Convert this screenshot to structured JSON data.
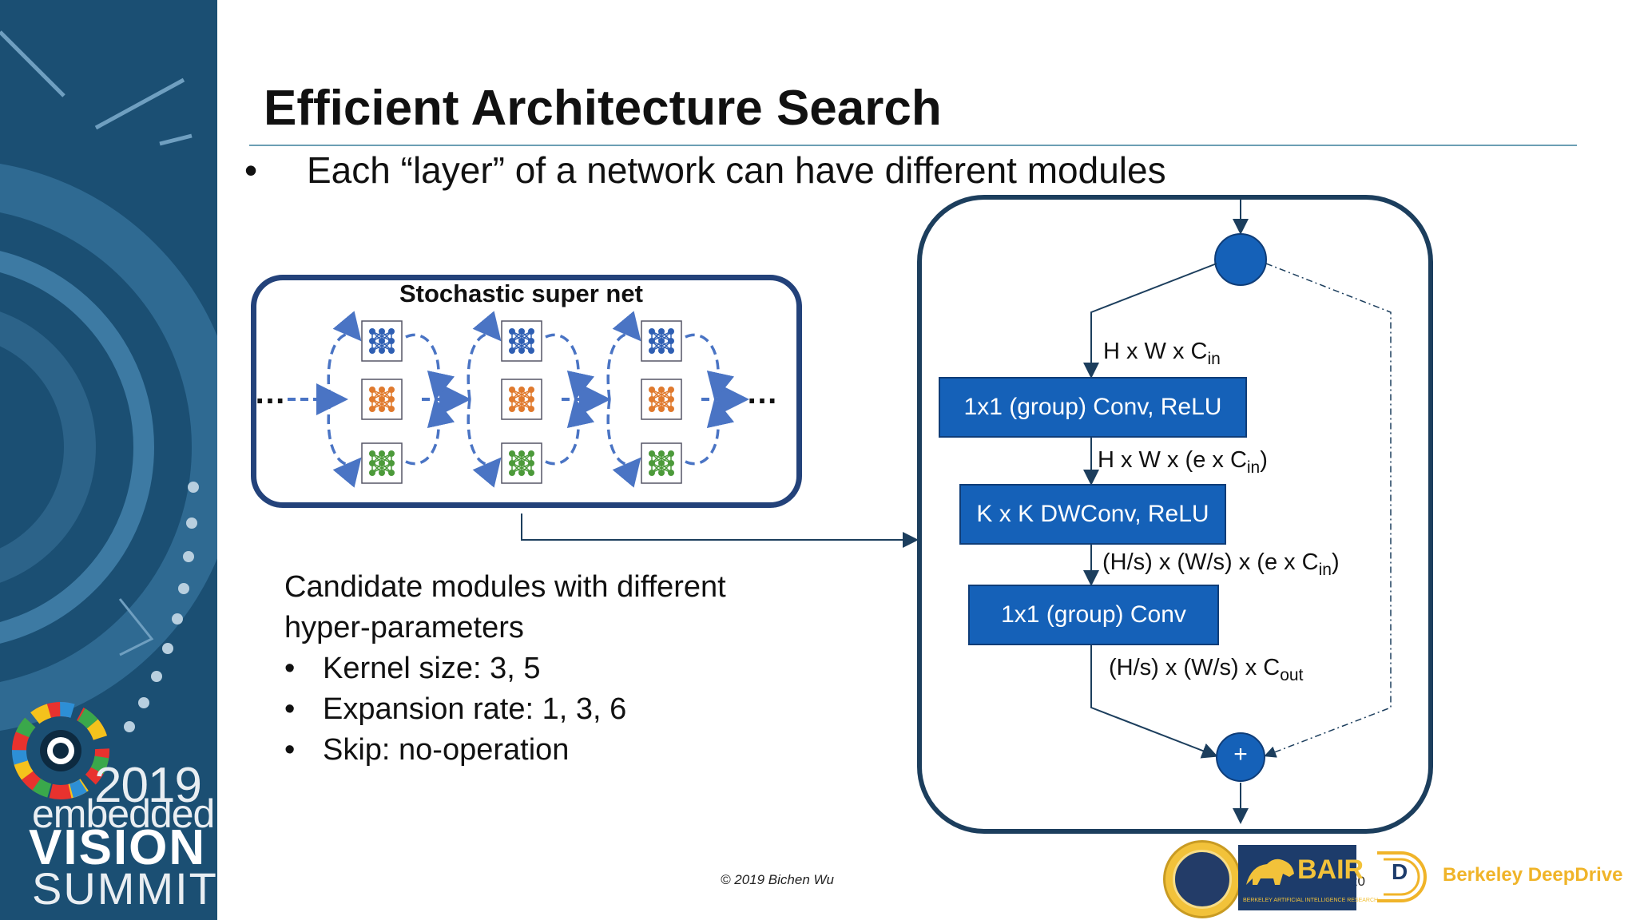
{
  "slide": {
    "title": "Efficient Architecture Search",
    "bullet_symbol": "•",
    "bullet": "Each “layer” of a network can have different modules",
    "copyright": "© 2019 Bichen Wu",
    "page_number": "20"
  },
  "supernet": {
    "title": "Stochastic super net",
    "ellipsis": "…",
    "module_colors": [
      "#2f5fb3",
      "#e07a2e",
      "#4c9a3a"
    ]
  },
  "candidates": {
    "heading_line1": "Candidate modules with different",
    "heading_line2": "hyper-parameters",
    "items": [
      "Kernel size: 3, 5",
      "Expansion rate: 1, 3, 6",
      "Skip: no-operation"
    ]
  },
  "block": {
    "ops": [
      "1x1 (group) Conv, ReLU",
      "K x K DWConv, ReLU",
      "1x1 (group) Conv"
    ],
    "dims": [
      {
        "pre": "H x W x C",
        "sub": "in",
        "post": ""
      },
      {
        "pre": "H x W x (e x C",
        "sub": "in",
        "post": ")"
      },
      {
        "pre": "(H/s) x (W/s) x (e x C",
        "sub": "in",
        "post": ")"
      },
      {
        "pre": "(H/s) x (W/s) x C",
        "sub": "out",
        "post": ""
      }
    ],
    "add_symbol": "+",
    "accent_color": "#1561b8"
  },
  "event_logo": {
    "year": "2019",
    "line1": "embedded",
    "line2": "VISION",
    "line3": "SUMMIT"
  },
  "partner_logos": {
    "bair_title": "BAIR",
    "bair_subtitle": "BERKELEY ARTIFICIAL INTELLIGENCE RESEARCH",
    "bdd_letter": "D",
    "bdd": "Berkeley DeepDrive"
  }
}
